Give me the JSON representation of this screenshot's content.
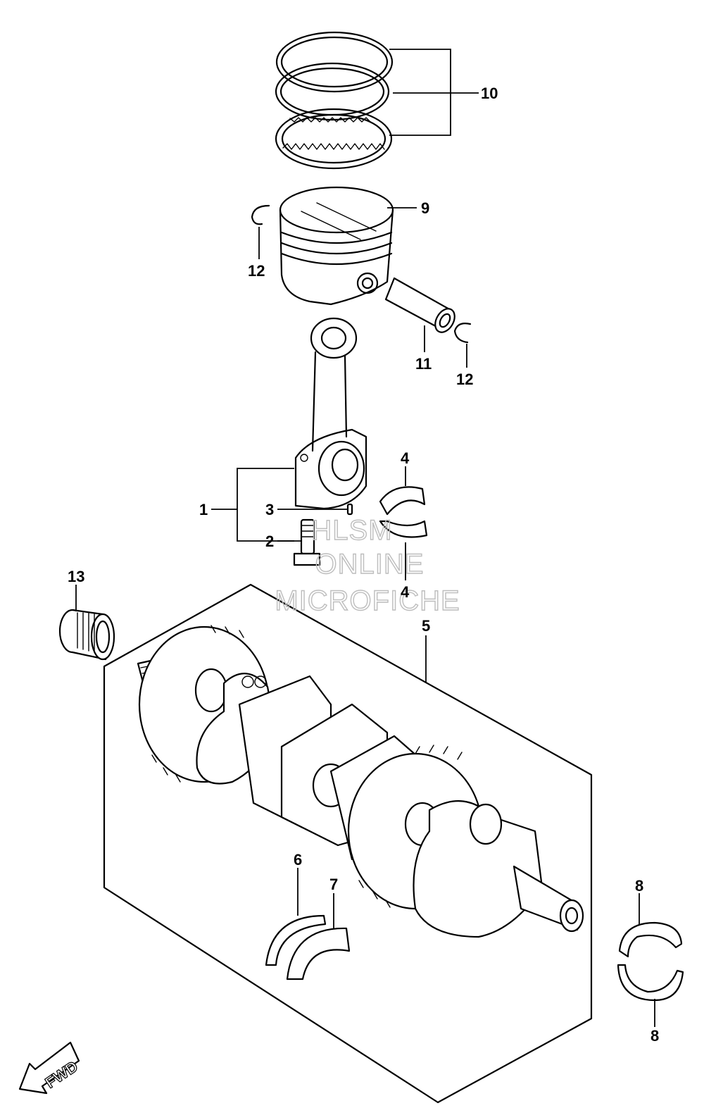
{
  "diagram": {
    "callouts": {
      "c1": "1",
      "c2": "2",
      "c3": "3",
      "c4a": "4",
      "c4b": "4",
      "c5": "5",
      "c6": "6",
      "c7": "7",
      "c8a": "8",
      "c8b": "8",
      "c9": "9",
      "c10": "10",
      "c11": "11",
      "c12a": "12",
      "c12b": "12",
      "c13": "13"
    },
    "direction_arrow": {
      "label": "FWD"
    },
    "watermark": {
      "line1": "HLSM",
      "line2": "ONLINE",
      "line3": "MICROFICHE"
    }
  }
}
